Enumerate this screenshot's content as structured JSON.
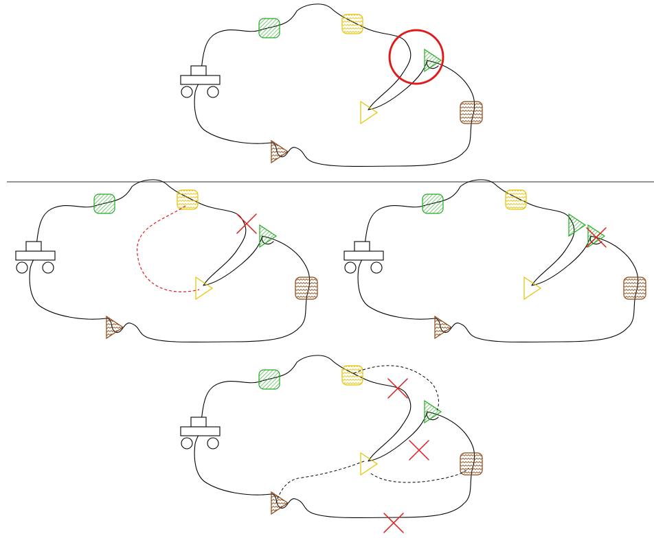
{
  "figure": {
    "panels": [
      {
        "id": "top",
        "label": ""
      },
      {
        "id": "middle-left",
        "label": ""
      },
      {
        "id": "middle-right",
        "label": ""
      },
      {
        "id": "bottom",
        "label": ""
      }
    ],
    "colors": {
      "green": "#22aa22",
      "yellow": "#e6c200",
      "brown": "#8b4513",
      "red": "#e01a1a",
      "path": "#000000"
    },
    "markers": [
      {
        "name": "green-box-icon",
        "shape": "rounded-square",
        "color": "green",
        "fill": "hatched"
      },
      {
        "name": "yellow-box-icon",
        "shape": "rounded-square",
        "color": "yellow",
        "fill": "wavy"
      },
      {
        "name": "brown-box-icon",
        "shape": "rounded-square",
        "color": "brown",
        "fill": "wavy"
      },
      {
        "name": "green-triangle-icon",
        "shape": "triangle",
        "color": "green",
        "fill": "hatched"
      },
      {
        "name": "yellow-triangle-icon",
        "shape": "triangle",
        "color": "yellow",
        "fill": "none"
      },
      {
        "name": "brown-triangle-icon",
        "shape": "triangle",
        "color": "brown",
        "fill": "wavy"
      },
      {
        "name": "robot-icon",
        "shape": "vehicle",
        "color": "black"
      },
      {
        "name": "highlight-circle-icon",
        "shape": "circle",
        "color": "red"
      },
      {
        "name": "cross-icon",
        "shape": "x",
        "color": "red"
      }
    ]
  }
}
